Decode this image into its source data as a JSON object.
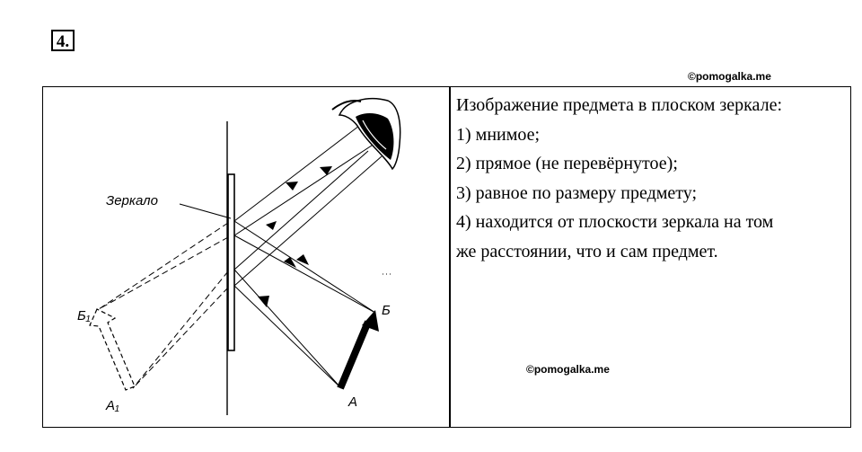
{
  "task_number": "4.",
  "watermark_top": "©pomogalka.me",
  "watermark_figure": "©pomogalka.me",
  "figure": {
    "label_mirror": "Зеркало",
    "label_B1": "Б₁",
    "label_A1": "A₁",
    "label_B": "Б",
    "label_A": "A"
  },
  "text": {
    "heading": "Изображение предмета в плоском зеркале:",
    "item1": "1) мнимое;",
    "item2": "2) прямое (не перевёрнутое);",
    "item3": "3) равное по размеру предмету;",
    "item4_line1": "4) находится от плоскости зеркала на том",
    "item4_line2": "же расстоянии, что и сам предмет."
  }
}
